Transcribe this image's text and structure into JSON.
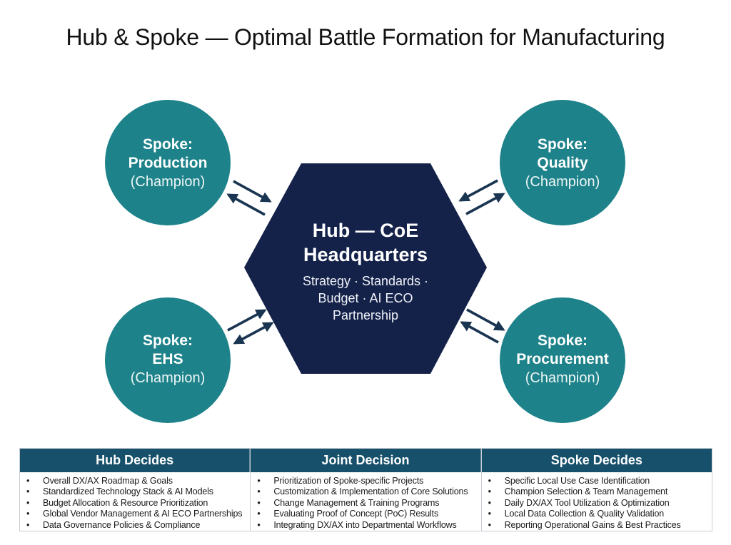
{
  "title": "Hub & Spoke — Optimal Battle Formation for Manufacturing",
  "colors": {
    "hub": "#14224a",
    "spoke": "#1d8289",
    "arrow": "#1a3552",
    "table_header": "#17506a"
  },
  "hub": {
    "title_line1": "Hub — CoE",
    "title_line2": "Headquarters",
    "desc_line1": "Strategy · Standards ·",
    "desc_line2": "Budget · AI ECO",
    "desc_line3": "Partnership"
  },
  "spokes": [
    {
      "line1": "Spoke:",
      "line2": "Production",
      "line3": "(Champion)"
    },
    {
      "line1": "Spoke:",
      "line2": "Quality",
      "line3": "(Champion)"
    },
    {
      "line1": "Spoke:",
      "line2": "EHS",
      "line3": "(Champion)"
    },
    {
      "line1": "Spoke:",
      "line2": "Procurement",
      "line3": "(Champion)"
    }
  ],
  "arrows": [
    {
      "name": "arrow-production-to-hub",
      "heads": "end"
    },
    {
      "name": "arrow-hub-to-production",
      "heads": "end"
    },
    {
      "name": "arrow-hub-to-quality",
      "heads": "end"
    },
    {
      "name": "arrow-quality-to-hub",
      "heads": "end"
    },
    {
      "name": "arrow-ehs-to-hub",
      "heads": "end"
    },
    {
      "name": "arrow-ehs-hub-bidirectional",
      "heads": "both"
    },
    {
      "name": "arrow-hub-to-procurement",
      "heads": "end"
    },
    {
      "name": "arrow-procurement-to-hub",
      "heads": "end"
    }
  ],
  "table": {
    "columns": [
      {
        "header": "Hub Decides",
        "items": [
          "Overall DX/AX Roadmap & Goals",
          "Standardized Technology Stack & AI Models",
          "Budget Allocation & Resource Prioritization",
          "Global Vendor Management & AI ECO Partnerships",
          "Data Governance Policies & Compliance"
        ]
      },
      {
        "header": "Joint Decision",
        "items": [
          "Prioritization of Spoke-specific Projects",
          "Customization & Implementation of Core Solutions",
          "Change Management & Training Programs",
          "Evaluating Proof of Concept (PoC) Results",
          "Integrating DX/AX into Departmental Workflows"
        ]
      },
      {
        "header": "Spoke Decides",
        "items": [
          "Specific Local Use Case Identification",
          "Champion Selection & Team Management",
          "Daily DX/AX Tool Utilization & Optimization",
          "Local Data Collection & Quality Validation",
          "Reporting Operational Gains & Best Practices"
        ]
      }
    ]
  }
}
